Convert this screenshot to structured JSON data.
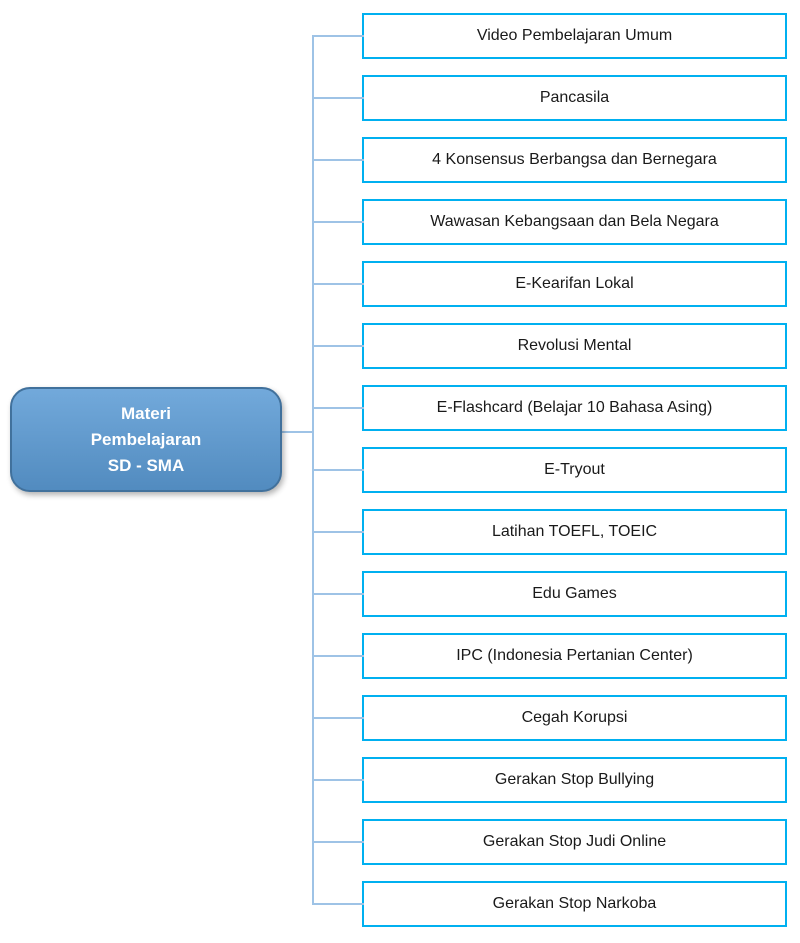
{
  "root_node": {
    "lines": [
      "Materi",
      "Pembelajaran",
      "SD - SMA"
    ],
    "full_label": "Materi Pembelajaran SD - SMA"
  },
  "items": [
    {
      "label": "Video Pembelajaran Umum"
    },
    {
      "label": "Pancasila"
    },
    {
      "label": "4 Konsensus Berbangsa dan Bernegara"
    },
    {
      "label": "Wawasan Kebangsaan dan Bela Negara"
    },
    {
      "label": "E-Kearifan Lokal"
    },
    {
      "label": "Revolusi Mental"
    },
    {
      "label": "E-Flashcard (Belajar 10 Bahasa Asing)"
    },
    {
      "label": "E-Tryout"
    },
    {
      "label": "Latihan TOEFL, TOEIC"
    },
    {
      "label": "Edu Games"
    },
    {
      "label": "IPC (Indonesia Pertanian Center)"
    },
    {
      "label": "Cegah Korupsi"
    },
    {
      "label": "Gerakan Stop Bullying"
    },
    {
      "label": "Gerakan Stop Judi Online"
    },
    {
      "label": "Gerakan Stop Narkoba"
    }
  ],
  "colors": {
    "background": "#FFFFFF",
    "node-fill": "#5B9BD5",
    "node-border": "#41719C",
    "node-text": "#FFFFFF",
    "box-border": "#00B0F0",
    "box-bg": "#FFFFFF",
    "box-text": "#1A1A1A",
    "connector": "#9EC3E6"
  }
}
